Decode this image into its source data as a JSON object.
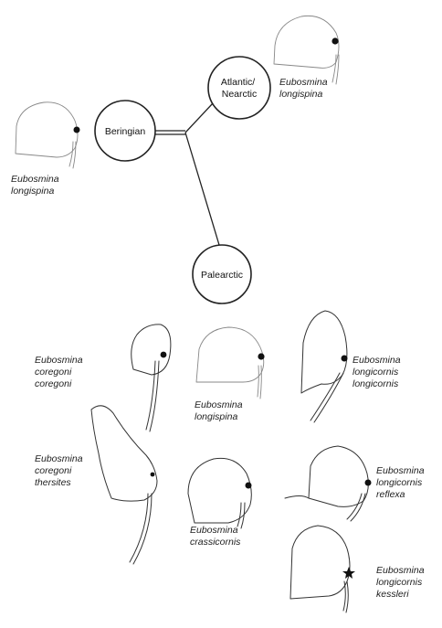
{
  "tree": {
    "nodes": [
      {
        "id": "beringian",
        "lines": [
          "Beringian"
        ]
      },
      {
        "id": "atlantic",
        "lines": [
          "Atlantic/",
          "Nearctic"
        ]
      },
      {
        "id": "palearctic",
        "lines": [
          "Palearctic"
        ]
      }
    ]
  },
  "species": [
    {
      "id": "top-longispina",
      "lines": [
        "Eubosmina",
        "longispina"
      ]
    },
    {
      "id": "left-longispina",
      "lines": [
        "Eubosmina",
        "longispina"
      ]
    },
    {
      "id": "coregoni-coregoni",
      "lines": [
        "Eubosmina",
        "coregoni",
        "coregoni"
      ]
    },
    {
      "id": "mid-longispina",
      "lines": [
        "Eubosmina",
        "longispina"
      ]
    },
    {
      "id": "longicornis-longicornis",
      "lines": [
        "Eubosmina",
        "longicornis",
        "longicornis"
      ]
    },
    {
      "id": "coregoni-thersites",
      "lines": [
        "Eubosmina",
        "coregoni",
        "thersites"
      ]
    },
    {
      "id": "crassicornis",
      "lines": [
        "Eubosmina",
        "crassicornis"
      ]
    },
    {
      "id": "longicornis-reflexa",
      "lines": [
        "Eubosmina",
        "longicornis",
        "reflexa"
      ]
    },
    {
      "id": "longicornis-kessleri",
      "lines": [
        "Eubosmina",
        "longicornis",
        "kessleri"
      ]
    }
  ]
}
